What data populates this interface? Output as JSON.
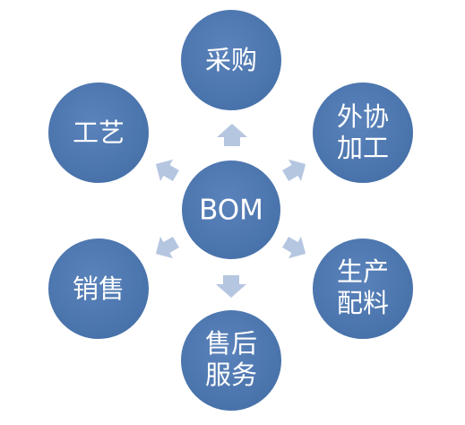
{
  "center": {
    "label": "BOM"
  },
  "nodes": [
    {
      "id": "caigou",
      "lines": [
        "采购"
      ]
    },
    {
      "id": "waixie-jiagong",
      "lines": [
        "外协",
        "加工"
      ]
    },
    {
      "id": "shengchan-peiliao",
      "lines": [
        "生产",
        "配料"
      ]
    },
    {
      "id": "shouhou-fuwu",
      "lines": [
        "售后",
        "服务"
      ]
    },
    {
      "id": "xiaoshou",
      "lines": [
        "销售"
      ]
    },
    {
      "id": "gongyi",
      "lines": [
        "工艺"
      ]
    }
  ],
  "colors": {
    "node_fill": "#4a74ad",
    "node_highlight": "#6b93c7",
    "arrow_fill": "#b5c6e0",
    "text": "#ffffff"
  }
}
